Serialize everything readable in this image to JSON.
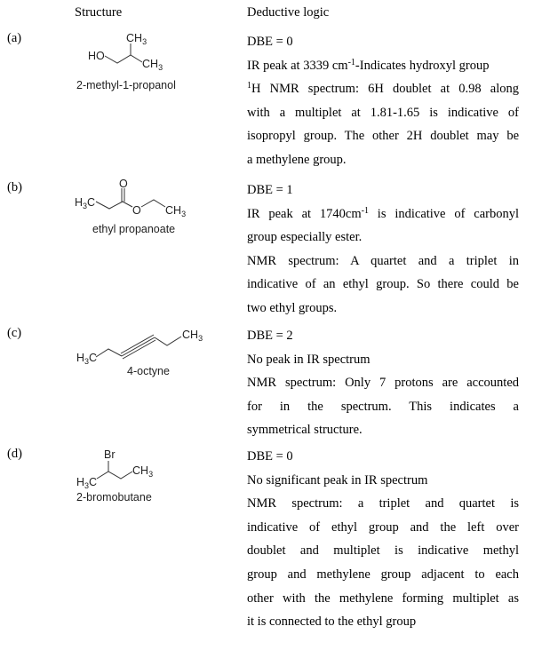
{
  "headers": {
    "structure": "Structure",
    "logic": "Deductive logic"
  },
  "entries": [
    {
      "label": "(a)",
      "name": "2-methyl-1-propanol",
      "paragraphs": [
        [
          [
            "DBE = 0"
          ]
        ],
        [
          [
            "IR peak at 3339 cm",
            {
              "sup": "-1"
            },
            "-Indicates hydroxyl group"
          ]
        ],
        [
          [
            {
              "sup": "1"
            },
            "H NMR spectrum: 6H doublet at 0.98 along"
          ],
          [
            "with a multiplet at 1.81-1.65 is indicative of"
          ],
          [
            "isopropyl group. The other 2H doublet may be"
          ],
          [
            "a methylene group."
          ]
        ]
      ]
    },
    {
      "label": "(b)",
      "name": "ethyl propanoate",
      "paragraphs": [
        [
          [
            "DBE = 1"
          ]
        ],
        [
          [
            "IR peak at 1740cm",
            {
              "sup": "-1"
            },
            " is indicative of carbonyl"
          ],
          [
            "group especially ester."
          ]
        ],
        [
          [
            "NMR spectrum: A quartet and a triplet in"
          ],
          [
            "indicative of an ethyl group. So there could be"
          ],
          [
            "two ethyl groups."
          ]
        ]
      ]
    },
    {
      "label": "(c)",
      "name": "4-octyne",
      "paragraphs": [
        [
          [
            "DBE = 2"
          ]
        ],
        [
          [
            "No peak in IR spectrum"
          ]
        ],
        [
          [
            "NMR spectrum: Only 7 protons are accounted"
          ],
          [
            "for in the spectrum. This indicates a"
          ],
          [
            "symmetrical structure."
          ]
        ]
      ]
    },
    {
      "label": "(d)",
      "name": "2-bromobutane",
      "paragraphs": [
        [
          [
            "DBE = 0"
          ]
        ],
        [
          [
            "No significant peak in IR spectrum"
          ]
        ],
        [
          [
            "NMR spectrum: a triplet and quartet is"
          ],
          [
            "indicative of ethyl group and the left over"
          ],
          [
            "doublet and multiplet is indicative methyl"
          ],
          [
            "group and methylene group adjacent to each"
          ],
          [
            "other with the methylene forming multiplet as"
          ],
          [
            "it is connected to the ethyl group"
          ]
        ]
      ]
    }
  ],
  "atoms": {
    "ho": "HO",
    "ch": "CH",
    "hc_h": "H",
    "hc_c": "C",
    "sub3": "3",
    "o": "O",
    "br": "Br"
  }
}
